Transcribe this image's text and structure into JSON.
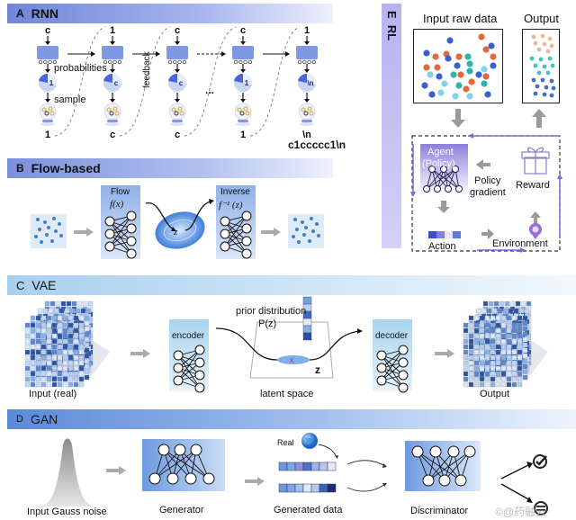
{
  "panels": {
    "A": {
      "letter": "A",
      "title": "RNN",
      "inputs": [
        "c",
        "1",
        "c",
        "c",
        "1"
      ],
      "outputs": [
        "1",
        "c",
        "c",
        "1",
        "\\n"
      ],
      "pie_labels": [
        "1",
        "c",
        "c",
        "1",
        "\\n"
      ],
      "probabilities_label": "probabilities",
      "sample_label": "sample",
      "feedback_label": "feedback",
      "ellipsis": "...",
      "result_string": "c1ccccc1\\n"
    },
    "B": {
      "letter": "B",
      "title": "Flow-based",
      "flow_label": "Flow",
      "flow_fn": "f(x)",
      "inverse_label": "Inverse",
      "inverse_fn": "f⁻¹ (z)",
      "latent_label": "z"
    },
    "C": {
      "letter": "C",
      "title": "VAE",
      "input_label": "Input (real)",
      "encoder_label": "encoder",
      "prior_label": "prior distribution",
      "prior_fn": "P(z)",
      "z_label": "z",
      "sample_mark": "x",
      "latent_label": "latent space",
      "decoder_label": "decoder",
      "output_label": "Output"
    },
    "D": {
      "letter": "D",
      "title": "GAN",
      "noise_label": "Input Gauss noise",
      "generator_label": "Generator",
      "real_label": "Real",
      "generated_label": "Generated data",
      "discriminator_label": "Discriminator",
      "watermark": "©@药融云"
    },
    "E": {
      "letter": "E",
      "title": "RL",
      "input_label": "Input raw data",
      "output_label": "Output",
      "agent_label_1": "Agent",
      "agent_label_2": "(Policy)",
      "policy_label_1": "Policy",
      "policy_label_2": "gradient",
      "reward_label": "Reward",
      "action_label": "Action",
      "environment_label": "Environment"
    }
  },
  "colors": {
    "orange": "#e0693f",
    "blue": "#3a5fcf",
    "teal": "#2bb6a8",
    "cyan": "#7fd3e6",
    "purple": "#7b5ad0",
    "net_blue": "#7f98e4"
  }
}
